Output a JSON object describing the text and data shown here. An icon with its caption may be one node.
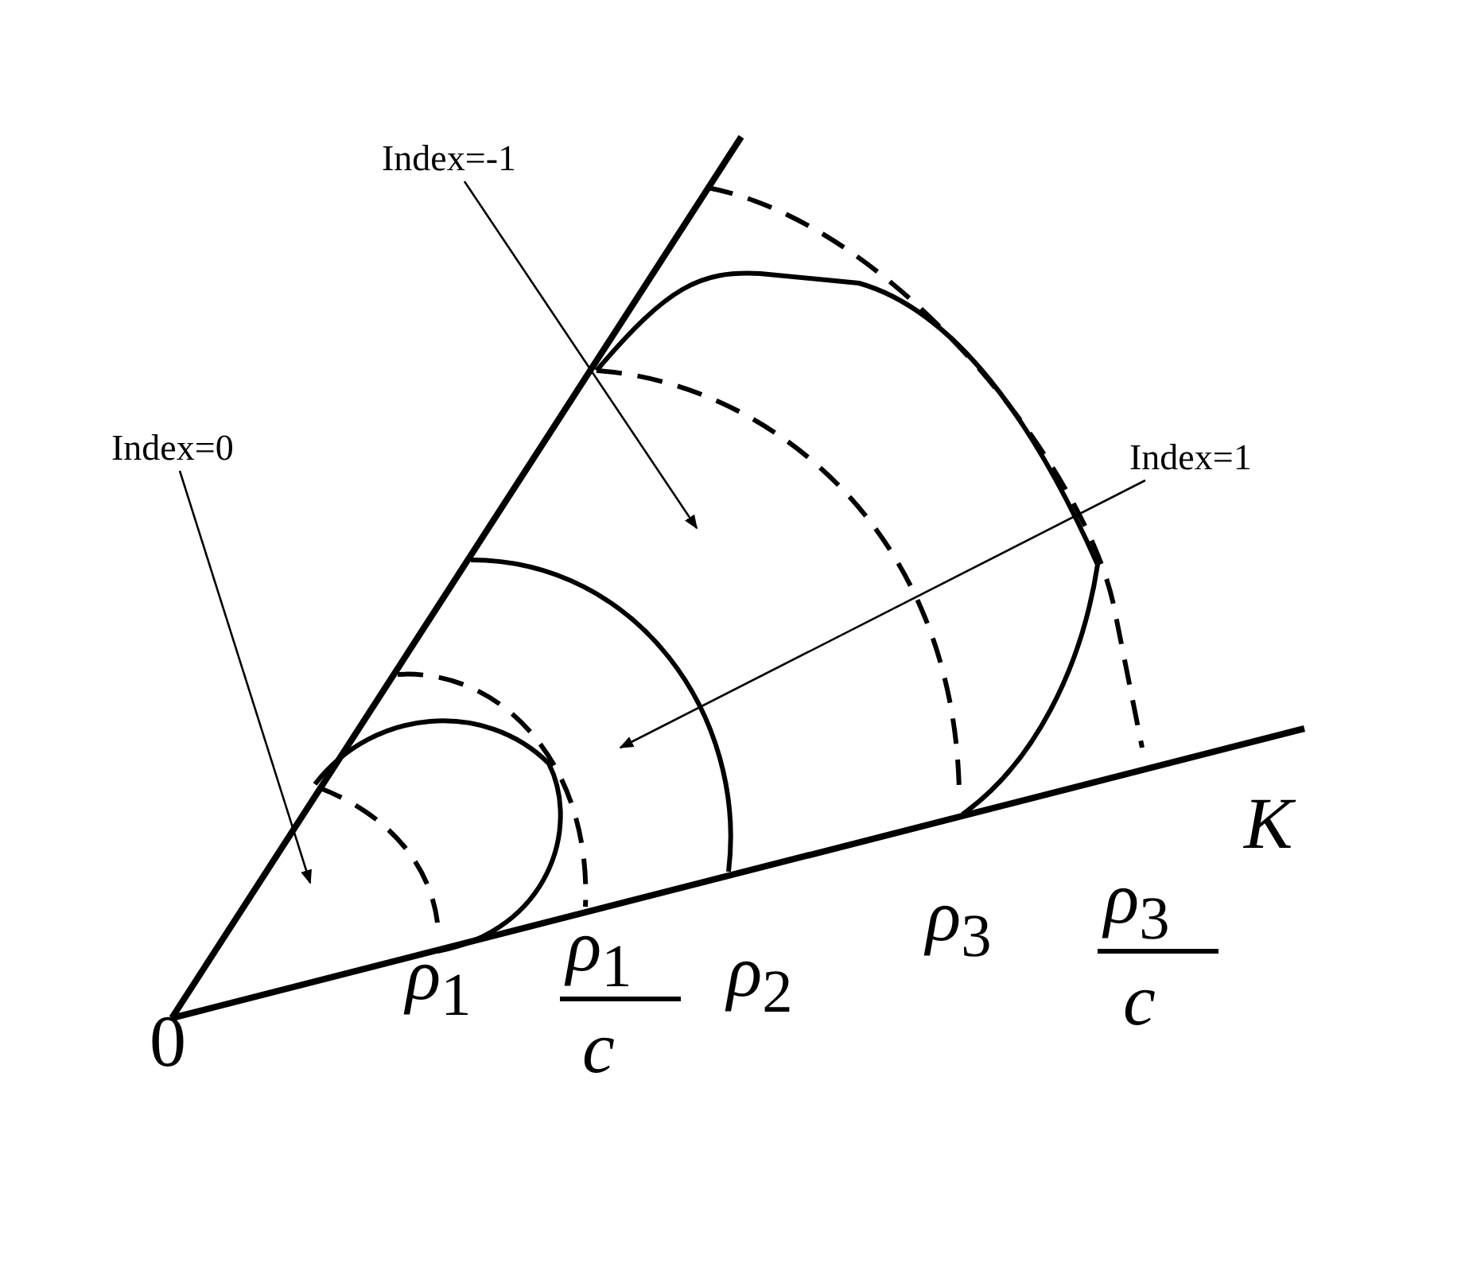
{
  "diagram": {
    "nodes": [
      {
        "text": [
          "Index=-1"
        ]
      },
      {
        "text": [
          "Index=0"
        ]
      },
      {
        "text": [
          "Index=1"
        ]
      }
    ],
    "edges": [
      {
        "from": 0,
        "to": null,
        "arrow": "to"
      },
      {
        "from": 1,
        "to": null,
        "arrow": "to"
      },
      {
        "from": 2,
        "to": null,
        "arrow": "to"
      }
    ],
    "labels": [
      "K",
      "0",
      "*ρ*$_{1}$",
      "*ρ*$_{1}$",
      "c",
      "*ρ*$_{2}$",
      "*ρ*$_{3}$",
      "*ρ*$_{3}$",
      "c"
    ]
  }
}
